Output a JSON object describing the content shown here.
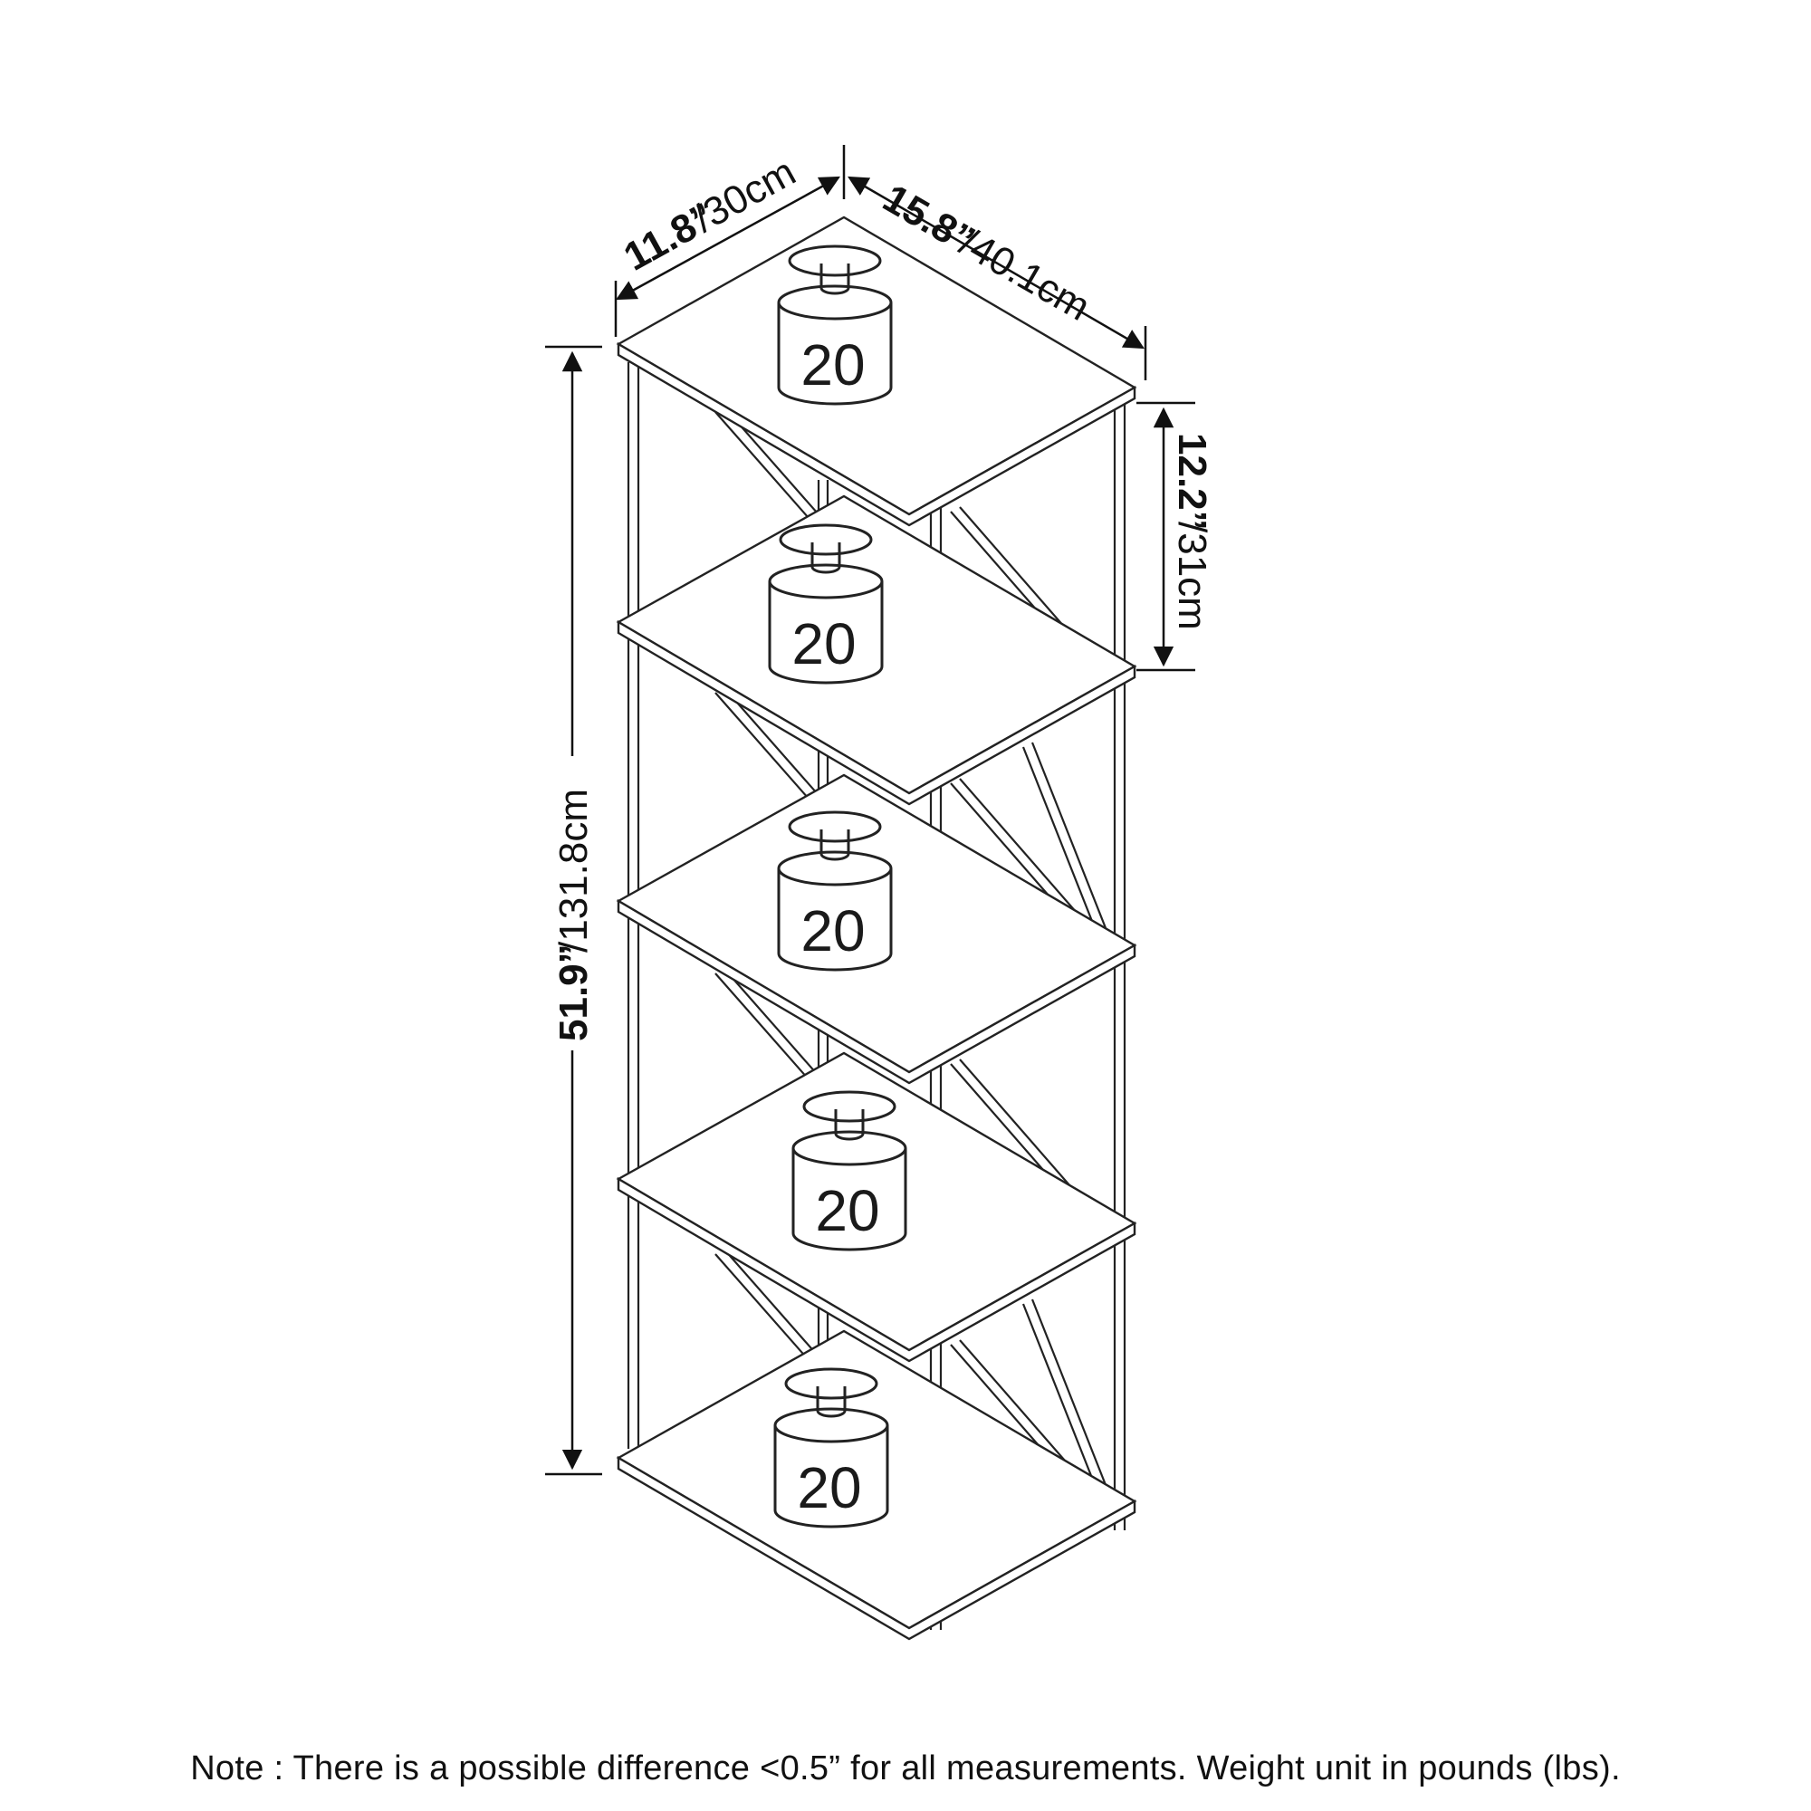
{
  "dimensions": {
    "depth": {
      "inches": "11.8”",
      "cm": "/30cm"
    },
    "width": {
      "inches": "15.8”",
      "cm": "/40.1cm"
    },
    "shelf_gap": {
      "inches": "12.2”",
      "cm": "/31cm"
    },
    "height": {
      "inches": "51.9”",
      "cm": "/131.8cm"
    }
  },
  "weights": [
    {
      "label": "20"
    },
    {
      "label": "20"
    },
    {
      "label": "20"
    },
    {
      "label": "20"
    },
    {
      "label": "20"
    }
  ],
  "note": "Note : There is a possible difference <0.5” for all measurements. Weight unit in pounds (lbs)."
}
